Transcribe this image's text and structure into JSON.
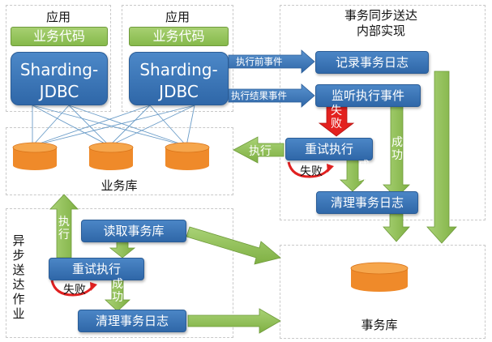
{
  "app_left": {
    "title": "应用",
    "code_label": "业务代码",
    "engine_line1": "Sharding-",
    "engine_line2": "JDBC"
  },
  "app_right": {
    "title": "应用",
    "code_label": "业务代码",
    "engine_line1": "Sharding-",
    "engine_line2": "JDBC"
  },
  "business_db": {
    "label": "业务库"
  },
  "sync_panel": {
    "title_line1": "事务同步送达",
    "title_line2": "内部实现",
    "record_log": "记录事务日志",
    "listen_event": "监听执行事件",
    "retry_exec": "重试执行",
    "clean_log": "清理事务日志",
    "arrow_before_exec": "执行前事件",
    "arrow_exec_result": "执行结果事件",
    "arrow_fail_chars": [
      "失",
      "败"
    ],
    "arrow_success_chars": [
      "成",
      "功"
    ],
    "arrow_success2_chars": [
      "成",
      "功"
    ],
    "loop_fail": "失败",
    "arrow_execute": "执行"
  },
  "async_panel": {
    "title_chars": [
      "异",
      "步",
      "送",
      "达",
      "作",
      "业"
    ],
    "read_db": "读取事务库",
    "retry_exec": "重试执行",
    "clean_log": "清理事务日志",
    "arrow_execute_chars": [
      "执",
      "行"
    ],
    "arrow_success_chars": [
      "成",
      "功"
    ],
    "loop_fail": "失败"
  },
  "tx_db": {
    "label": "事务库"
  },
  "colors": {
    "blue": "#2f67a8",
    "green": "#86b94b",
    "cylinder": "#f0892a",
    "red": "#e02020"
  }
}
